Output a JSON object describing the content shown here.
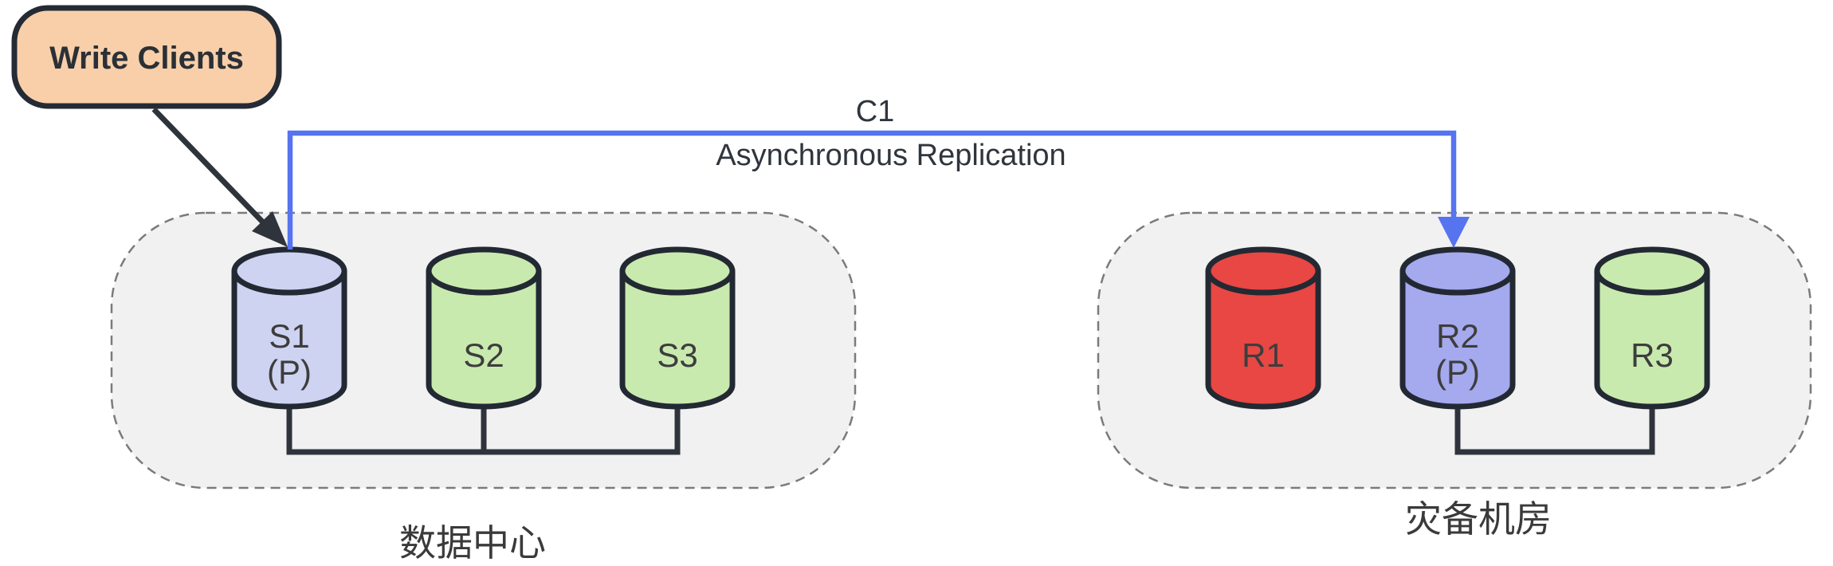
{
  "diagram": {
    "client": {
      "label": "Write Clients",
      "fill": "#f8cfa9"
    },
    "link": {
      "id": "C1",
      "type": "Asynchronous Replication",
      "color": "#5673f0"
    },
    "groups": [
      {
        "label": "数据中心",
        "nodes": [
          {
            "id": "S1",
            "role": "(P)",
            "fill": "#ced3f2"
          },
          {
            "id": "S2",
            "fill": "#c9eaae"
          },
          {
            "id": "S3",
            "fill": "#c9eaae"
          }
        ]
      },
      {
        "label": "灾备机房",
        "nodes": [
          {
            "id": "R1",
            "fill": "#e84743"
          },
          {
            "id": "R2",
            "role": "(P)",
            "fill": "#a5a9ee"
          },
          {
            "id": "R3",
            "fill": "#c9eaae"
          }
        ]
      }
    ],
    "colors": {
      "node_stroke": "#232933",
      "wire": "#2f343c",
      "container_fill": "#f1f1f2",
      "container_border": "#7b7b7b",
      "background": "#ffffff"
    }
  }
}
